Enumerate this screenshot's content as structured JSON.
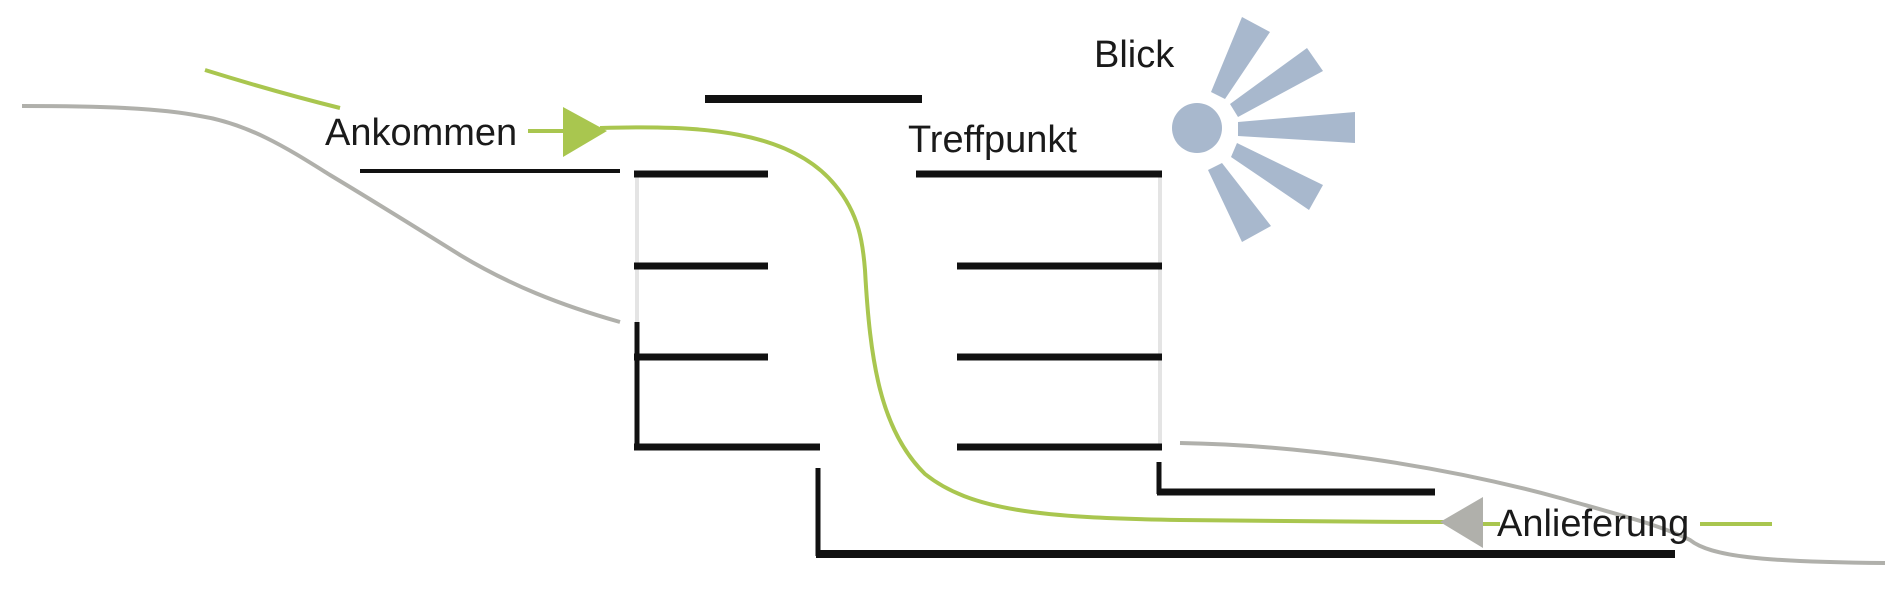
{
  "labels": {
    "ankommen": "Ankommen",
    "treffpunkt": "Treffpunkt",
    "blick": "Blick",
    "anlieferung": "Anlieferung"
  },
  "colors": {
    "path_green": "#a9c64f",
    "terrain_gray": "#b0b0ab",
    "structure_black": "#111111",
    "faint_wall": "#e4e4e4",
    "sun_blue": "#a8b8cd",
    "arrow_gray": "#b0b0ab"
  },
  "icons": {
    "sun": "sun-icon",
    "arrow_in": "arrow-right-icon",
    "arrow_delivery": "arrow-left-icon"
  }
}
